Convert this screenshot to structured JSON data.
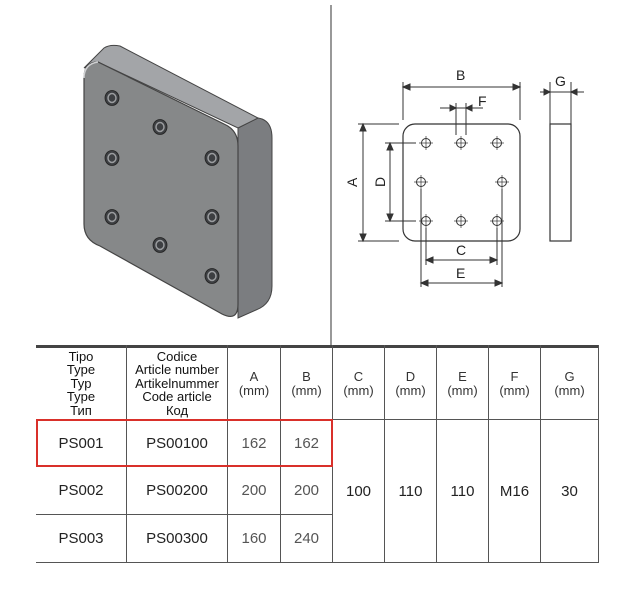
{
  "drawing": {
    "labels": {
      "A": "A",
      "B": "B",
      "C": "C",
      "D": "D",
      "E": "E",
      "F": "F",
      "G": "G"
    }
  },
  "table": {
    "headers": {
      "tipo": [
        "Tipo",
        "Type",
        "Typ",
        "Type",
        "Тип"
      ],
      "codice": [
        "Codice",
        "Article number",
        "Artikelnummer",
        "Code article",
        "Код"
      ],
      "A": [
        "A",
        "(mm)"
      ],
      "B": [
        "B",
        "(mm)"
      ],
      "C": [
        "C",
        "(mm)"
      ],
      "D": [
        "D",
        "(mm)"
      ],
      "E": [
        "E",
        "(mm)"
      ],
      "F": [
        "F",
        "(mm)"
      ],
      "G": [
        "G",
        "(mm)"
      ]
    },
    "rows": [
      {
        "tipo": "PS001",
        "codice": "PS00100",
        "A": "162",
        "B": "162"
      },
      {
        "tipo": "PS002",
        "codice": "PS00200",
        "A": "200",
        "B": "200"
      },
      {
        "tipo": "PS003",
        "codice": "PS00300",
        "A": "160",
        "B": "240"
      }
    ],
    "shared": {
      "C": "100",
      "D": "110",
      "E": "110",
      "F": "M16",
      "G": "30"
    },
    "highlight_color": "#d9302a"
  }
}
